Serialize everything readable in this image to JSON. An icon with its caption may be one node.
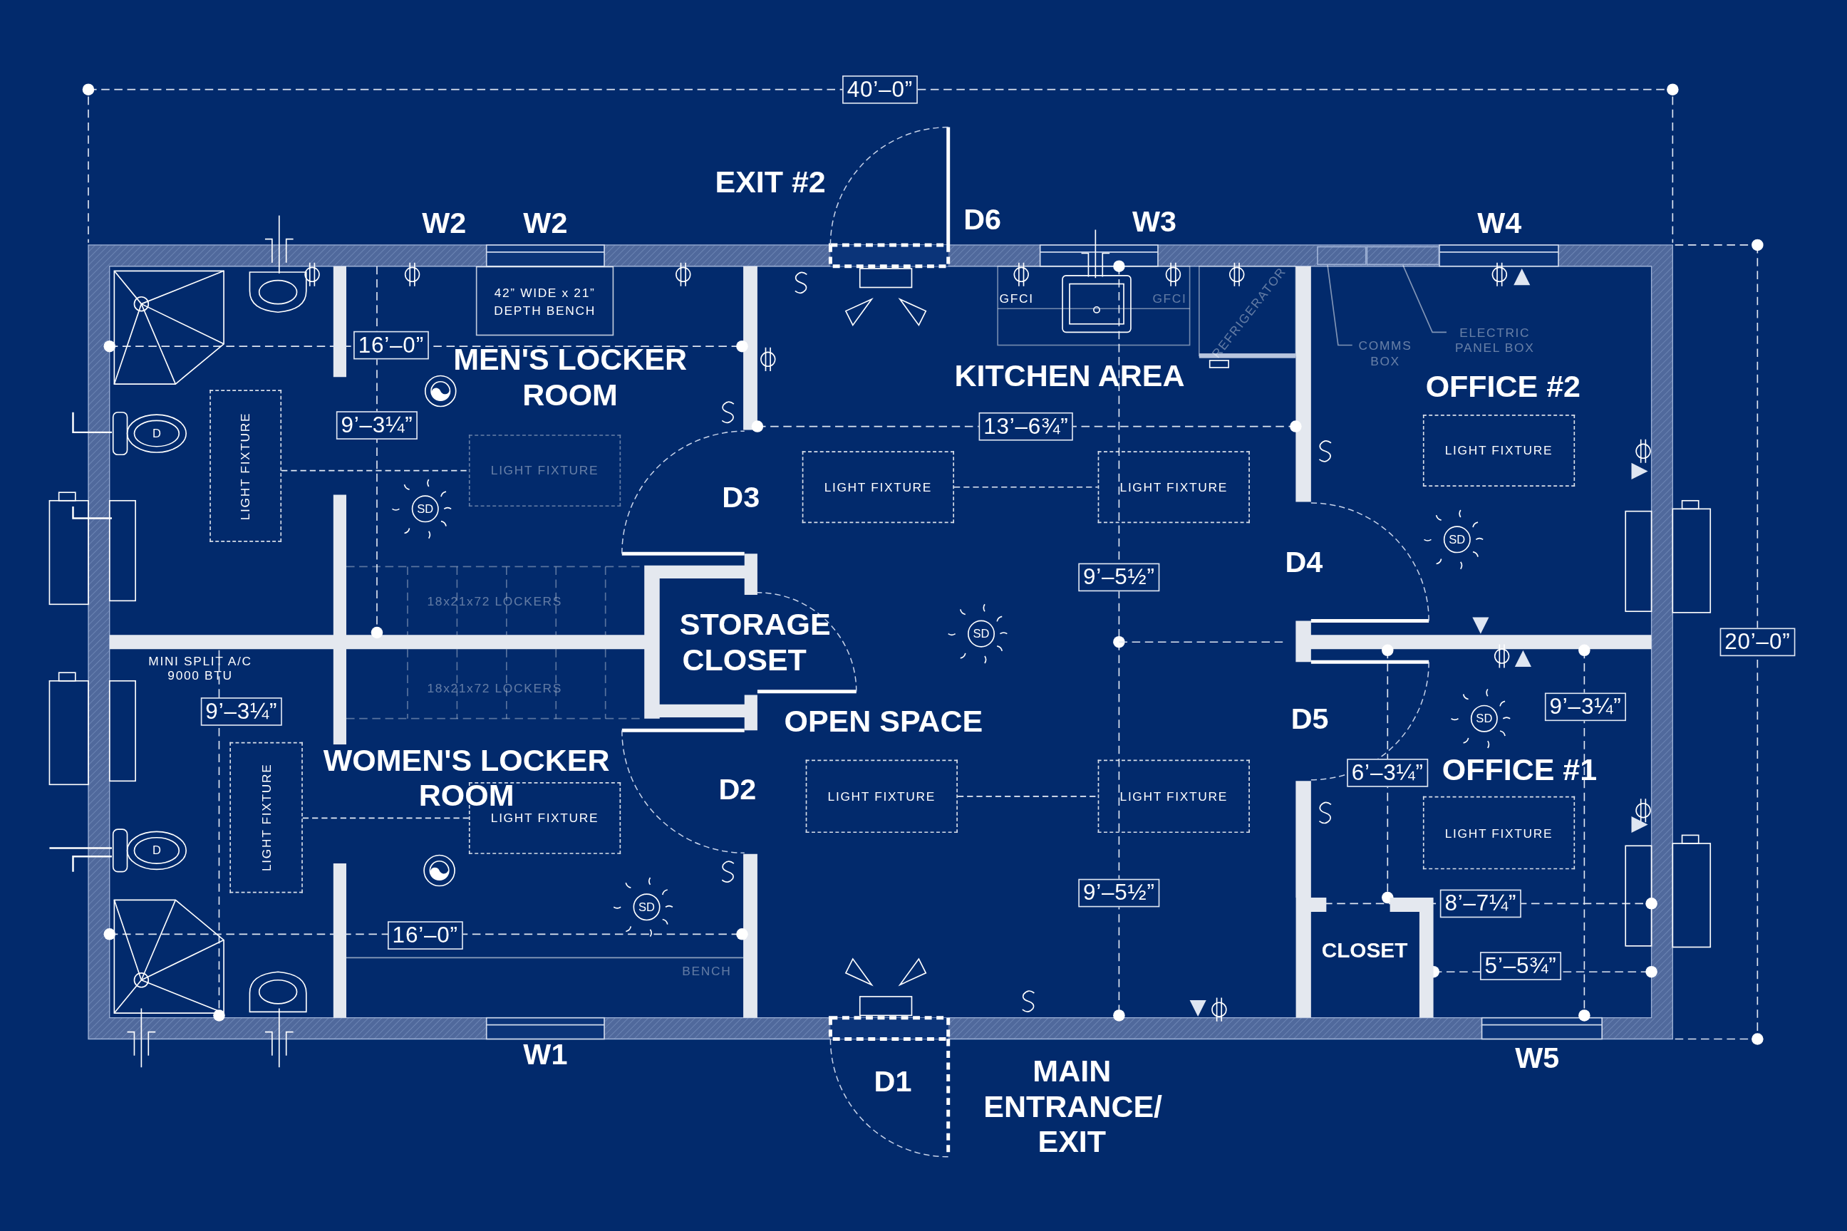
{
  "diagram": {
    "nodes": [
      {
        "text": [
          "42” WIDE x 21” DEPTH BENCH"
        ]
      },
      {
        "text": [
          "LIGHT FIXTURE"
        ]
      },
      {
        "text": [
          "LIGHT FIXTURE"
        ]
      },
      {
        "text": [
          "LIGHT FIXTURE"
        ]
      },
      {
        "text": [
          "LIGHT FIXTURE"
        ]
      },
      {
        "text": [
          "LIGHT FIXTURE"
        ]
      },
      {
        "text": [
          "LIGHT FIXTURE"
        ]
      },
      {
        "text": [
          "LIGHT FIXTURE"
        ]
      },
      {
        "text": [
          "LIGHT FIXTURE"
        ]
      },
      {
        "text": [
          "LIGHT FIXTURE"
        ]
      },
      {
        "text": [
          "LIGHT FIXTURE"
        ]
      },
      {
        "text": [
          "COMMS BOX"
        ]
      },
      {
        "text": [
          "ELECTRIC PANEL BOX"
        ]
      },
      {
        "text": [],
        "shape": "box"
      },
      {
        "text": [],
        "shape": "box"
      },
      {
        "text": [
          "CLOSET"
        ]
      }
    ],
    "edges": [
      {
        "from": 1,
        "to": 2,
        "arrow": "none",
        "style": "dashed"
      },
      {
        "from": 3,
        "to": 4,
        "arrow": "none",
        "style": "dashed"
      },
      {
        "from": 6,
        "to": 7,
        "arrow": "none",
        "style": "dashed"
      },
      {
        "from": 8,
        "to": 9,
        "arrow": "none",
        "style": "dashed"
      },
      {
        "from": 11,
        "to": 13,
        "arrow": "none"
      },
      {
        "from": 12,
        "to": 14,
        "arrow": "none"
      }
    ],
    "labels": [
      "40’–0”",
      "EXIT #2",
      "W2",
      "W2",
      "D6",
      "W3",
      "W4",
      "GFCI",
      "GFCI",
      "REFRIGERATOR",
      "16’–0”",
      "MEN'S LOCKER ROOM",
      "KITCHEN AREA",
      "OFFICE #2",
      "D",
      "9’–3¼”",
      "13’–6¾”",
      "SD",
      "D3",
      "20’–0”",
      "SD",
      "9’–5½”",
      "D4",
      "18x21x72 LOCKERS",
      "STORAGE CLOSET",
      "SD",
      "MINI SPLIT A/C 9000 BTU",
      "9’–3¼”",
      "18x21x72 LOCKERS",
      "OPEN SPACE",
      "D5",
      "SD",
      "9’–3¼”",
      "WOMEN'S LOCKER ROOM",
      "D2",
      "6’–3¼”",
      "OFFICE #1",
      "D",
      "SD",
      "9’–5½”",
      "8’–7¼”",
      "16’–0”",
      "5’–5¾”",
      "BENCH",
      "W1",
      "D1",
      "MAIN ENTRANCE/ EXIT",
      "W5"
    ]
  }
}
